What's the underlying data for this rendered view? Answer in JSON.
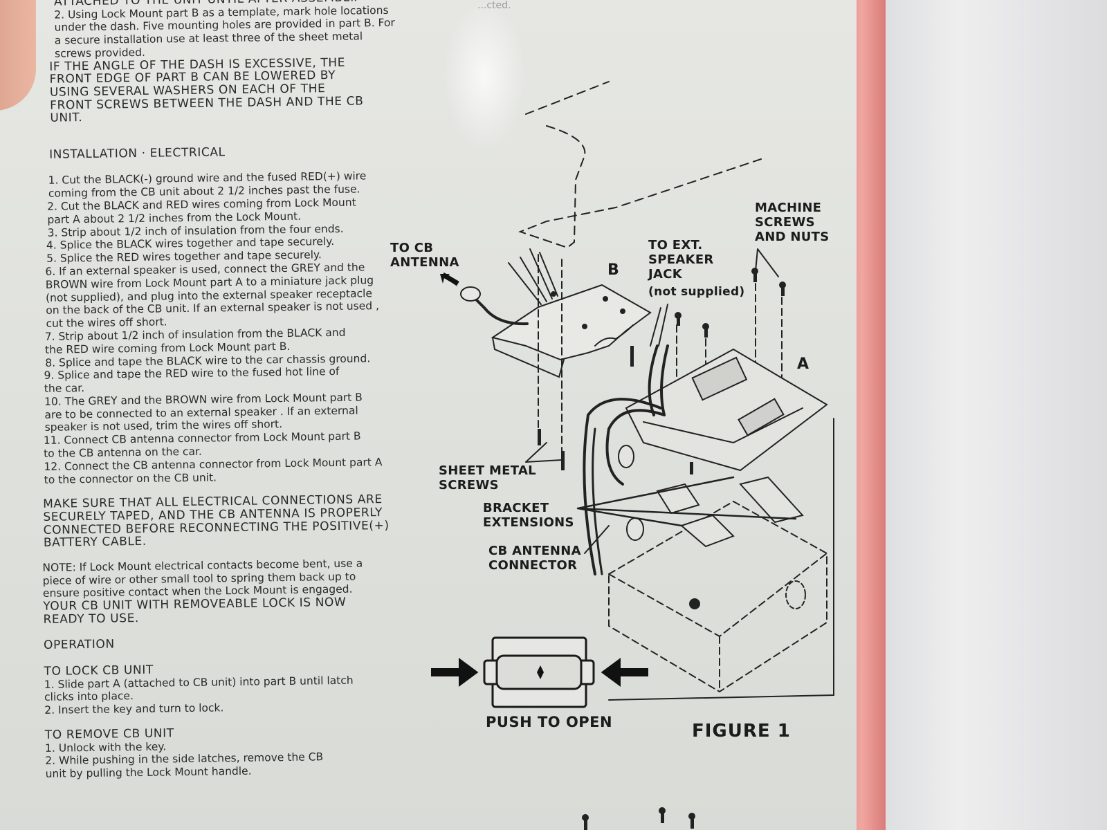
{
  "document": {
    "faint_top_text": "...cted.",
    "mounting": {
      "line_0": "ATTACHED TO THE UNIT UNTIL AFTER ASSEMBLY.",
      "step_2": "2. Using Lock Mount part B as a template, mark hole locations under the dash. Five mounting holes are provided in part B. For a secure installation use at least three of the sheet metal screws provided.",
      "angle_note": "IF THE ANGLE OF THE DASH IS EXCESSIVE, THE FRONT EDGE OF  PART B CAN BE LOWERED BY USING SEVERAL WASHERS ON EACH OF THE FRONT SCREWS BETWEEN THE DASH AND THE CB UNIT."
    },
    "electrical": {
      "heading": "INSTALLATION · ELECTRICAL",
      "steps": [
        "1. Cut the BLACK(-) ground wire and the fused RED(+) wire coming from the CB unit about 2 1/2 inches past the fuse.",
        "2. Cut the BLACK and RED wires coming from Lock Mount part A about 2 1/2 inches from the Lock Mount.",
        "3. Strip about 1/2 inch of insulation from the four ends.",
        "4. Splice the BLACK wires together and tape securely.",
        "5. Splice the RED wires together and tape securely.",
        "6. If an external speaker is used, connect the GREY and the BROWN wire from Lock Mount part A to a miniature jack plug (not supplied), and plug into the external speaker receptacle on the back of the CB unit. If an external speaker is not used , cut the wires off short.",
        "7. Strip about 1/2 inch of insulation from the BLACK and the RED wire coming from Lock Mount part B.",
        "8. Splice and tape the BLACK wire to the car chassis ground.",
        "9. Splice and tape the RED wire to the fused hot line of the car.",
        "10. The GREY and the BROWN wire from Lock Mount part B are to be connected to an external speaker . If an external speaker is not used, trim the wires off short.",
        "11. Connect CB antenna connector from Lock Mount part B to the CB antenna on the car.",
        "12. Connect the CB antenna connector from Lock Mount part A to the connector on the CB unit."
      ],
      "warning": "MAKE SURE THAT ALL ELECTRICAL CONNECTIONS ARE SECURELY TAPED, AND  THE CB ANTENNA IS PROPERLY CONNECTED BEFORE RECONNECTING THE  POSITIVE(+) BATTERY CABLE.",
      "note": "NOTE: If Lock Mount electrical contacts become bent, use a piece of wire or other small tool to spring them back up to ensure positive contact when the Lock Mount is engaged.",
      "ready": "YOUR CB UNIT WITH REMOVEABLE LOCK IS NOW READY TO USE."
    },
    "operation": {
      "heading": "OPERATION",
      "lock": {
        "heading": "TO LOCK CB UNIT",
        "steps": [
          "1. Slide part A (attached to CB unit) into part B until latch clicks into place.",
          "2. Insert the key and turn to lock."
        ]
      },
      "remove": {
        "heading": "TO REMOVE CB UNIT",
        "steps": [
          "1. Unlock with the key.",
          "2. While pushing in the side latches, remove the CB unit by pulling the Lock Mount handle."
        ]
      }
    }
  },
  "figure": {
    "caption": "FIGURE 1",
    "push_label": "PUSH TO OPEN",
    "labels": {
      "to_cb_antenna": "TO CB\nANTENNA",
      "part_b": "B",
      "part_a": "A",
      "to_ext_speaker": "TO EXT.\nSPEAKER\nJACK",
      "not_supplied": "(not supplied)",
      "machine_screws": "MACHINE\nSCREWS\nAND NUTS",
      "sheet_metal_screws": "SHEET METAL\nSCREWS",
      "bracket_extensions": "BRACKET\nEXTENSIONS",
      "cb_antenna_connector": "CB ANTENNA\nCONNECTOR"
    }
  }
}
